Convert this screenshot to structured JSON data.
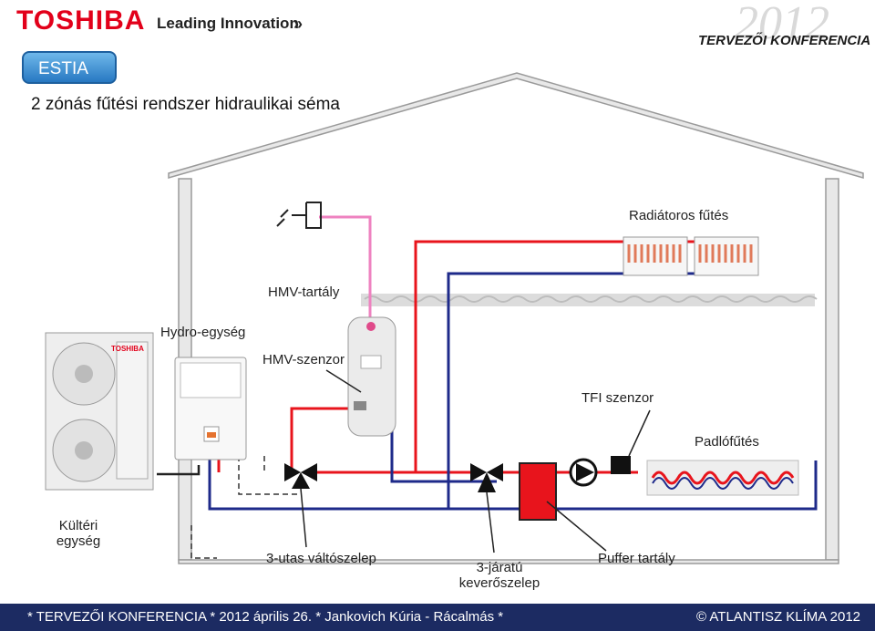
{
  "header": {
    "brand": "TOSHIBA",
    "tagline": "Leading Innovation",
    "year": "2012",
    "conference": "TERVEZŐI KONFERENCIA"
  },
  "badge": "ESTIA",
  "title": "2 zónás fűtési rendszer hidraulikai séma",
  "labels": {
    "radiator": "Radiátoros fűtés",
    "hmv_tank": "HMV-tartály",
    "hydro_unit": "Hydro-egység",
    "hmv_sensor": "HMV-szenzor",
    "tfi_sensor": "TFI szenzor",
    "floor_heating": "Padlófűtés",
    "outdoor_unit_line1": "Kültéri",
    "outdoor_unit_line2": "egység",
    "three_way_switch": "3-utas váltószelep",
    "mixing_valve_line1": "3-járatú",
    "mixing_valve_line2": "keverőszelep",
    "buffer_tank": "Puffer tartály"
  },
  "footer": {
    "left": "*  TERVEZŐI KONFERENCIA *  2012 április 26.   *  Jankovich Kúria - Rácalmás   *",
    "right": "© ATLANTISZ KLÍMA 2012"
  },
  "unit_brand": "TOSHIBA",
  "colors": {
    "supply": "#e8141c",
    "return": "#1e2a8a",
    "dhw": "#ee82c0",
    "footer": "#1c2b62",
    "brand": "#e2001a"
  }
}
